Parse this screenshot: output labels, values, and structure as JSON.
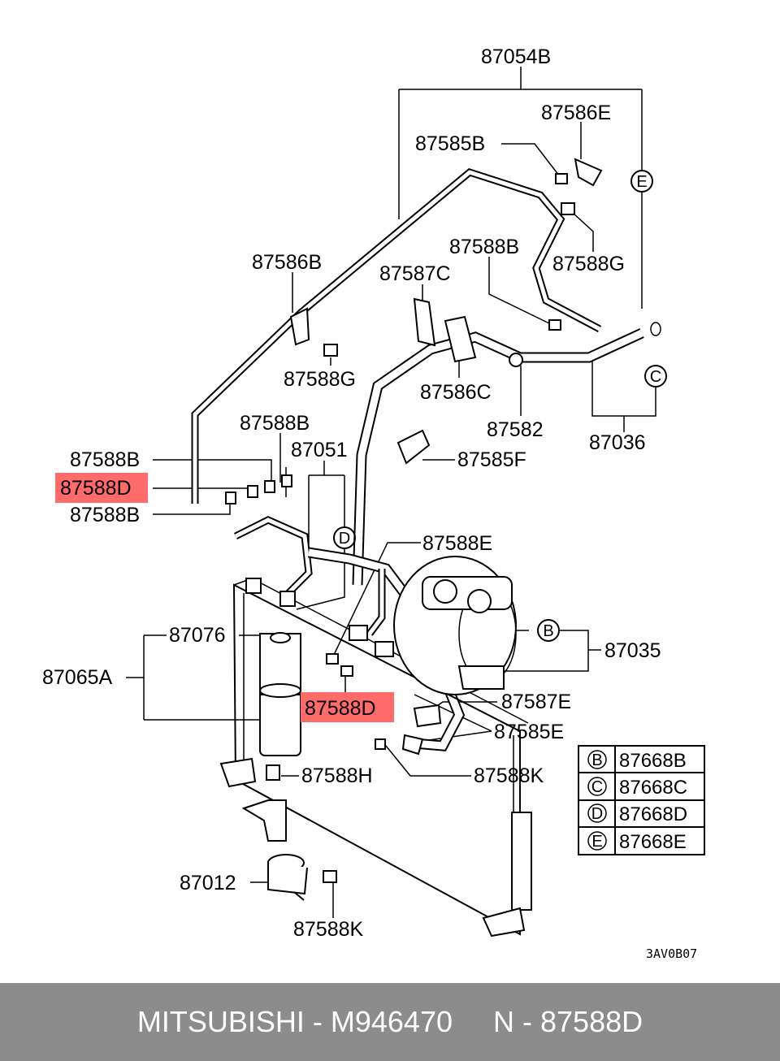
{
  "labels": {
    "l87054B": "87054B",
    "l87586E": "87586E",
    "l87585B": "87585B",
    "l87588B_top": "87588B",
    "l87588G_top": "87588G",
    "l87586B": "87586B",
    "l87587C": "87587C",
    "l87588G_mid": "87588G",
    "l87586C": "87586C",
    "l87582": "87582",
    "l87036": "87036",
    "l87588B_a": "87588B",
    "l87051": "87051",
    "l87588B_b": "87588B",
    "l87588D_left": "87588D",
    "l87588B_c": "87588B",
    "l87585F": "87585F",
    "l87588E": "87588E",
    "l87035": "87035",
    "l87076": "87076",
    "l87065A": "87065A",
    "l87588D_mid": "87588D",
    "l87587E": "87587E",
    "l87585E": "87585E",
    "l87588H": "87588H",
    "l87588K_right": "87588K",
    "l87012": "87012",
    "l87588K_bottom": "87588K",
    "code": "3AV0B07"
  },
  "callouts": {
    "E_top": "E",
    "C_top": "C",
    "D_mid": "D",
    "B_mid": "B"
  },
  "legend": [
    {
      "key": "B",
      "part": "87668B"
    },
    {
      "key": "C",
      "part": "87668C"
    },
    {
      "key": "D",
      "part": "87668D"
    },
    {
      "key": "E",
      "part": "87668E"
    }
  ],
  "highlight_color": "#ff6b6b",
  "footer": {
    "text": "MITSUBISHI - M946470     N - 87588D"
  }
}
